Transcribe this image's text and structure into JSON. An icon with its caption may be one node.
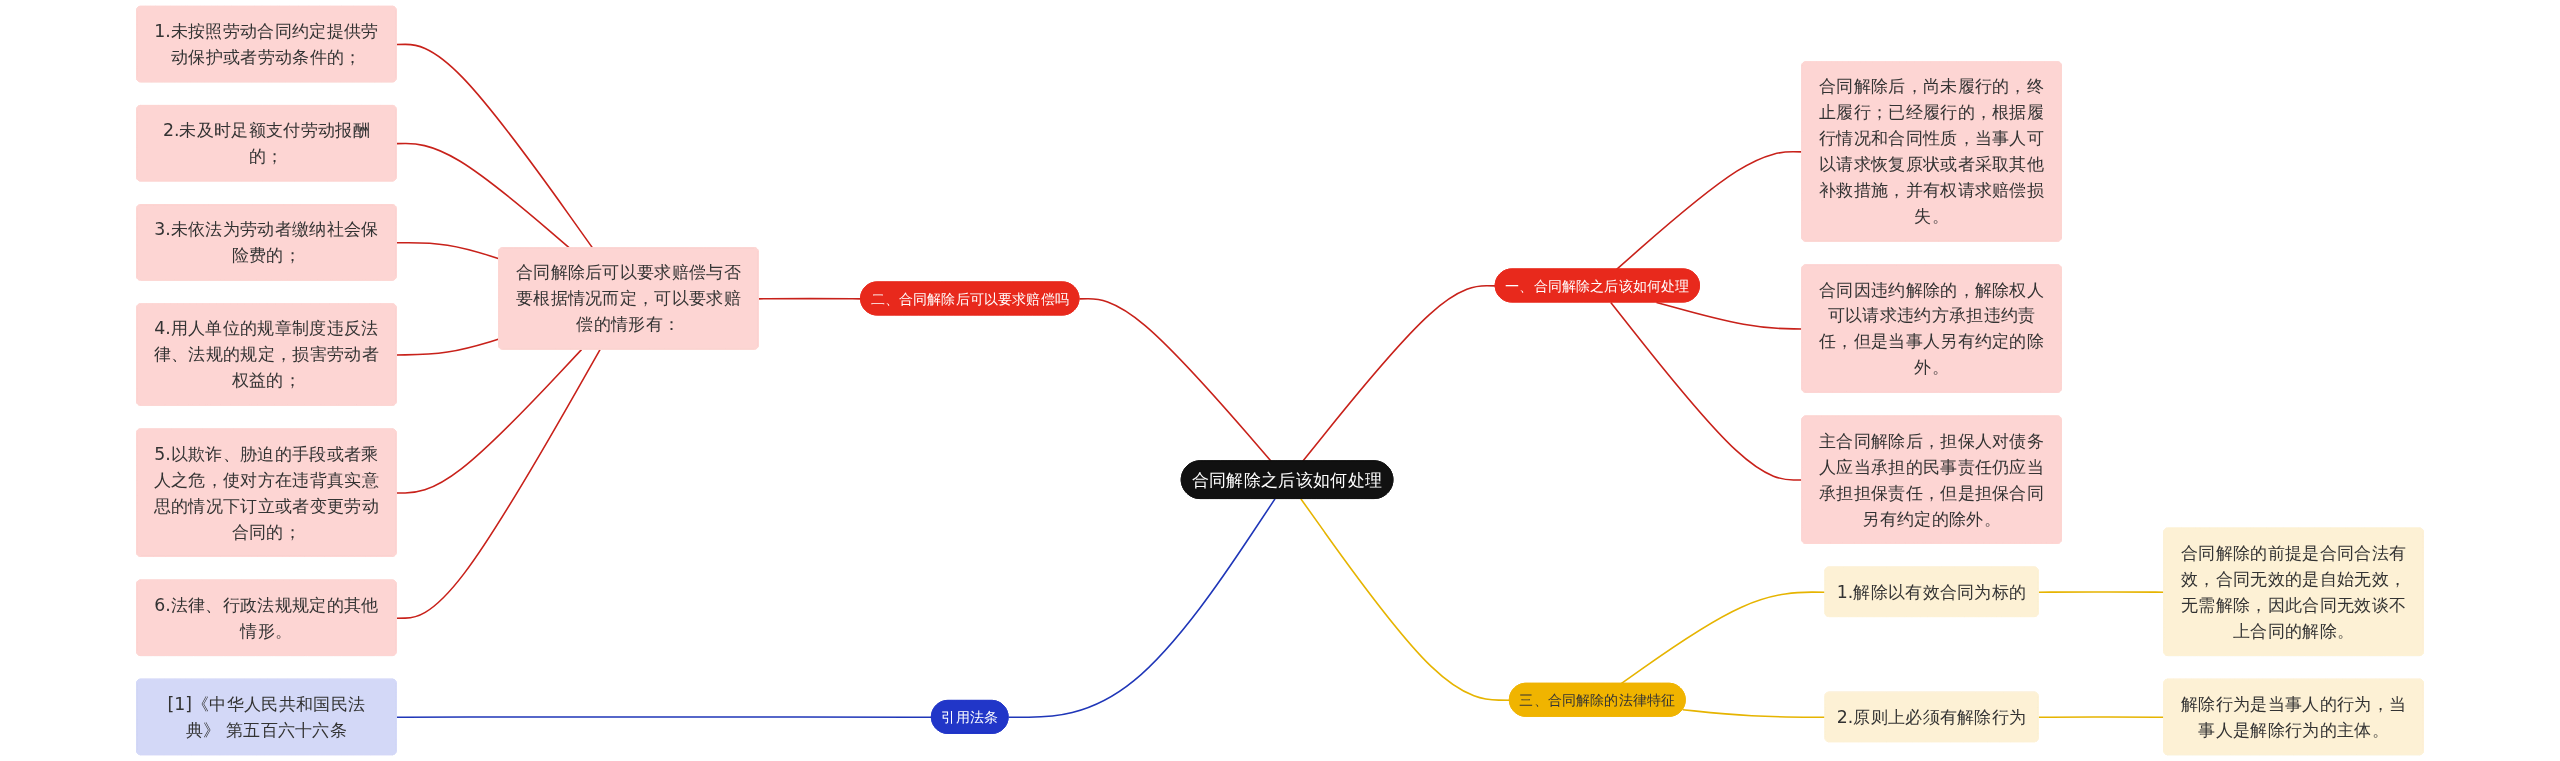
{
  "diagram": {
    "nodes": [
      {
        "text": [
          "合同解除之后该如何处理"
        ]
      },
      {
        "text": [
          "一、合同解除之后该如何处理"
        ]
      },
      {
        "text": [
          "合同解除后，尚未履行的，终止履行；已经履行的，根据履行情况和合同性质，当事人可以请求恢复原状或者采取其他补救措施，并有权请求赔偿损失。"
        ]
      },
      {
        "text": [
          "合同因违约解除的，解除权人可以请求违约方承担违约责任，但是当事人另有约定的除外。"
        ]
      },
      {
        "text": [
          "主合同解除后，担保人对债务人应当承担的民事责任仍应当承担担保责任，但是担保合同另有约定的除外。"
        ]
      },
      {
        "text": [
          "二、合同解除后可以要求赔偿吗"
        ]
      },
      {
        "text": [
          "合同解除后可以要求赔偿与否要根据情况而定，可以要求赔偿的情形有："
        ]
      },
      {
        "text": [
          "1.未按照劳动合同约定提供劳动保护或者劳动条件的；"
        ]
      },
      {
        "text": [
          "2.未及时足额支付劳动报酬的；"
        ]
      },
      {
        "text": [
          "3.未依法为劳动者缴纳社会保险费的；"
        ]
      },
      {
        "text": [
          "4.用人单位的规章制度违反法律、法规的规定，损害劳动者权益的；"
        ]
      },
      {
        "text": [
          "5.以欺诈、胁迫的手段或者乘人之危，使对方在违背真实意思的情况下订立或者变更劳动合同的；"
        ]
      },
      {
        "text": [
          "6.法律、行政法规规定的其他情形。"
        ]
      },
      {
        "text": [
          "三、合同解除的法律特征"
        ]
      },
      {
        "text": [
          "1.解除以有效合同为标的"
        ]
      },
      {
        "text": [
          "合同解除的前提是合同合法有效，合同无效的是自始无效，无需解除，因此合同无效谈不上合同的解除。"
        ]
      },
      {
        "text": [
          "2.原则上必须有解除行为"
        ]
      },
      {
        "text": [
          "解除行为是当事人的行为，当事人是解除行为的主体。"
        ]
      },
      {
        "text": [
          "引用法条"
        ]
      },
      {
        "text": [
          "[1]《中华人民共和国民法典》 第五百六十六条"
        ]
      }
    ],
    "edges": [
      {
        "from": 0,
        "to": 1,
        "arrow": "none"
      },
      {
        "from": 1,
        "to": 2,
        "arrow": "none"
      },
      {
        "from": 1,
        "to": 3,
        "arrow": "none"
      },
      {
        "from": 1,
        "to": 4,
        "arrow": "none"
      },
      {
        "from": 5,
        "to": 0,
        "arrow": "none"
      },
      {
        "from": 6,
        "to": 5,
        "arrow": "none"
      },
      {
        "from": 7,
        "to": 6,
        "arrow": "none"
      },
      {
        "from": 8,
        "to": 6,
        "arrow": "none"
      },
      {
        "from": 9,
        "to": 6,
        "arrow": "none"
      },
      {
        "from": 10,
        "to": 6,
        "arrow": "none"
      },
      {
        "from": 11,
        "to": 6,
        "arrow": "none"
      },
      {
        "from": 12,
        "to": 6,
        "arrow": "none"
      },
      {
        "from": 0,
        "to": 13,
        "arrow": "none",
        "color": "#e6b400"
      },
      {
        "from": 13,
        "to": 14,
        "arrow": "none",
        "color": "#e6b400"
      },
      {
        "from": 14,
        "to": 15,
        "arrow": "none",
        "color": "#e6b400"
      },
      {
        "from": 13,
        "to": 16,
        "arrow": "none",
        "color": "#e6b400"
      },
      {
        "from": 16,
        "to": 17,
        "arrow": "none",
        "color": "#e6b400"
      },
      {
        "from": 18,
        "to": 0,
        "arrow": "none",
        "color": "#1f36b8"
      },
      {
        "from": 19,
        "to": 18,
        "arrow": "none",
        "color": "#1f36b8"
      }
    ]
  }
}
